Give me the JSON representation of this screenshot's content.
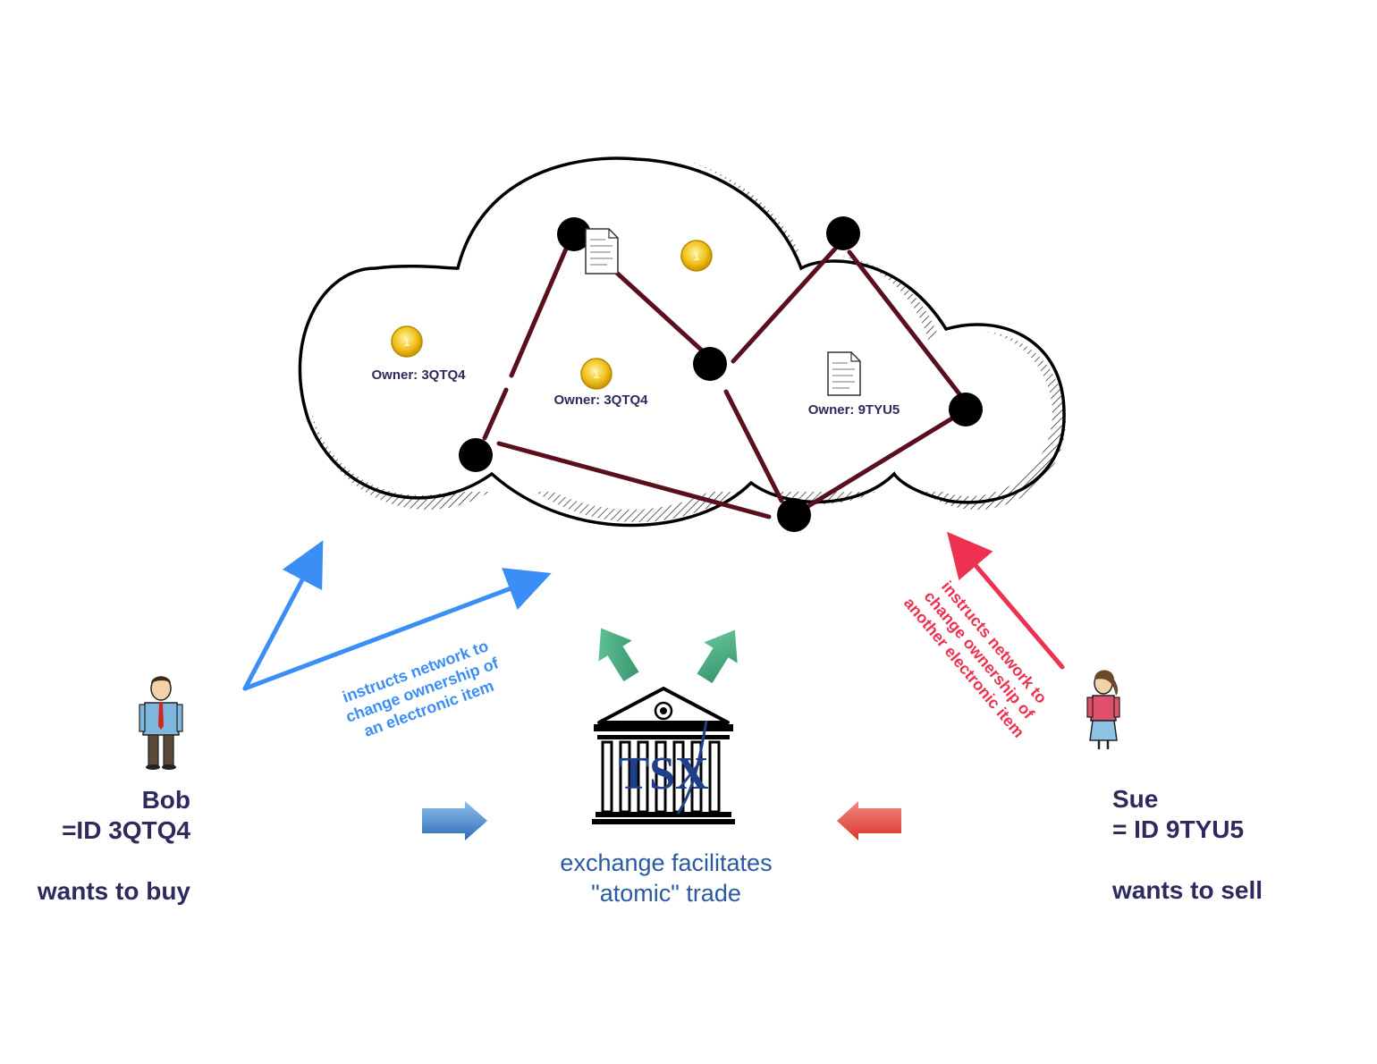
{
  "cloud": {
    "owner_labels": [
      "Owner: 3QTQ4",
      "Owner: 3QTQ4",
      "Owner: 9TYU5"
    ],
    "coin_value": "1"
  },
  "bob": {
    "name": "Bob",
    "id": "=ID 3QTQ4",
    "intent": "wants to buy"
  },
  "sue": {
    "name": "Sue",
    "id": "= ID 9TYU5",
    "intent": "wants to sell"
  },
  "bob_instruction": [
    "instructs network to",
    "change ownership of",
    "an electronic item"
  ],
  "sue_instruction": [
    "instructs network to",
    "change ownership of",
    "another electronic item"
  ],
  "exchange": {
    "logo": "TSX",
    "caption_line1": "exchange facilitates",
    "caption_line2": "\"atomic\" trade"
  },
  "colors": {
    "blue_arrow": "#3a8ef6",
    "red_arrow": "#ee3150",
    "green_arrow": "#3aa37a",
    "network_line": "#5a0f1e",
    "text_dark": "#2d2a5e"
  }
}
